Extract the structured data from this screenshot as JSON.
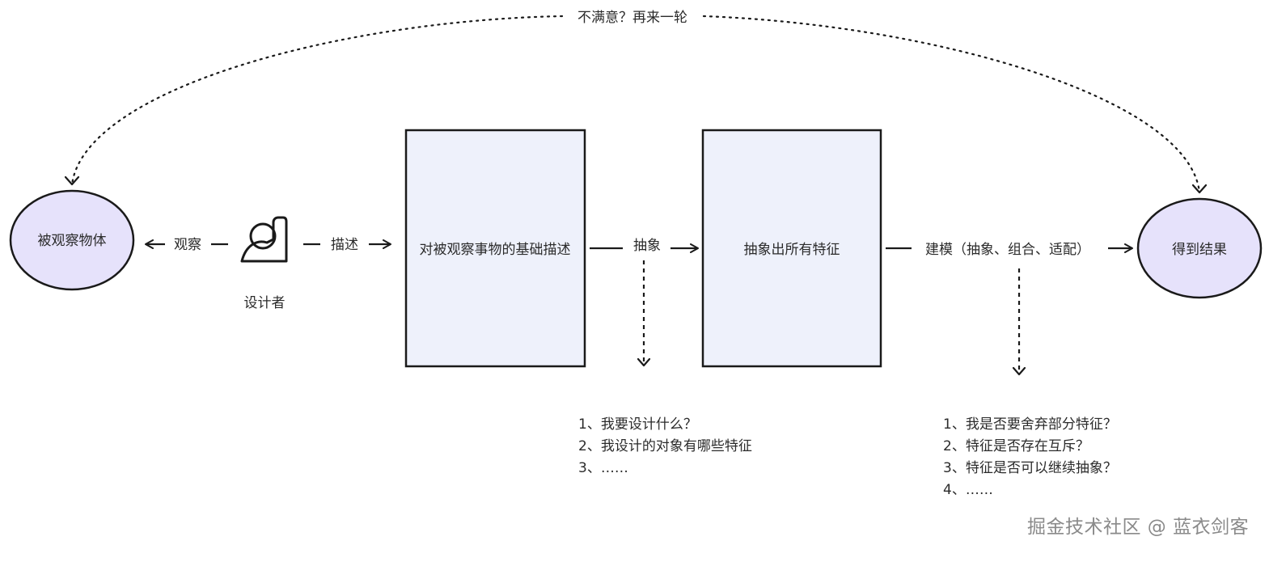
{
  "loop_label": "不满意？再来一轮",
  "nodes": {
    "observed_object": "被观察物体",
    "designer": "设计者",
    "basic_description": "对被观察事物的基础描述",
    "all_features": "抽象出所有特征",
    "result": "得到结果"
  },
  "edges": {
    "observe": "观察",
    "describe": "描述",
    "abstract": "抽象",
    "modeling": "建模（抽象、组合、适配）"
  },
  "notes_abstract": [
    "1、我要设计什么？",
    "2、我设计的对象有哪些特征",
    "3、……"
  ],
  "notes_modeling": [
    "1、我是否要舍弃部分特征？",
    "2、特征是否存在互斥？",
    "3、特征是否可以继续抽象？",
    "4、……"
  ],
  "watermark": "掘金技术社区 @ 蓝衣剑客",
  "colors": {
    "ellipse_fill": "#e6e2fb",
    "box_fill": "#eef1fb",
    "stroke": "#1a1a1a"
  },
  "icons": {
    "designer": "person-icon"
  }
}
